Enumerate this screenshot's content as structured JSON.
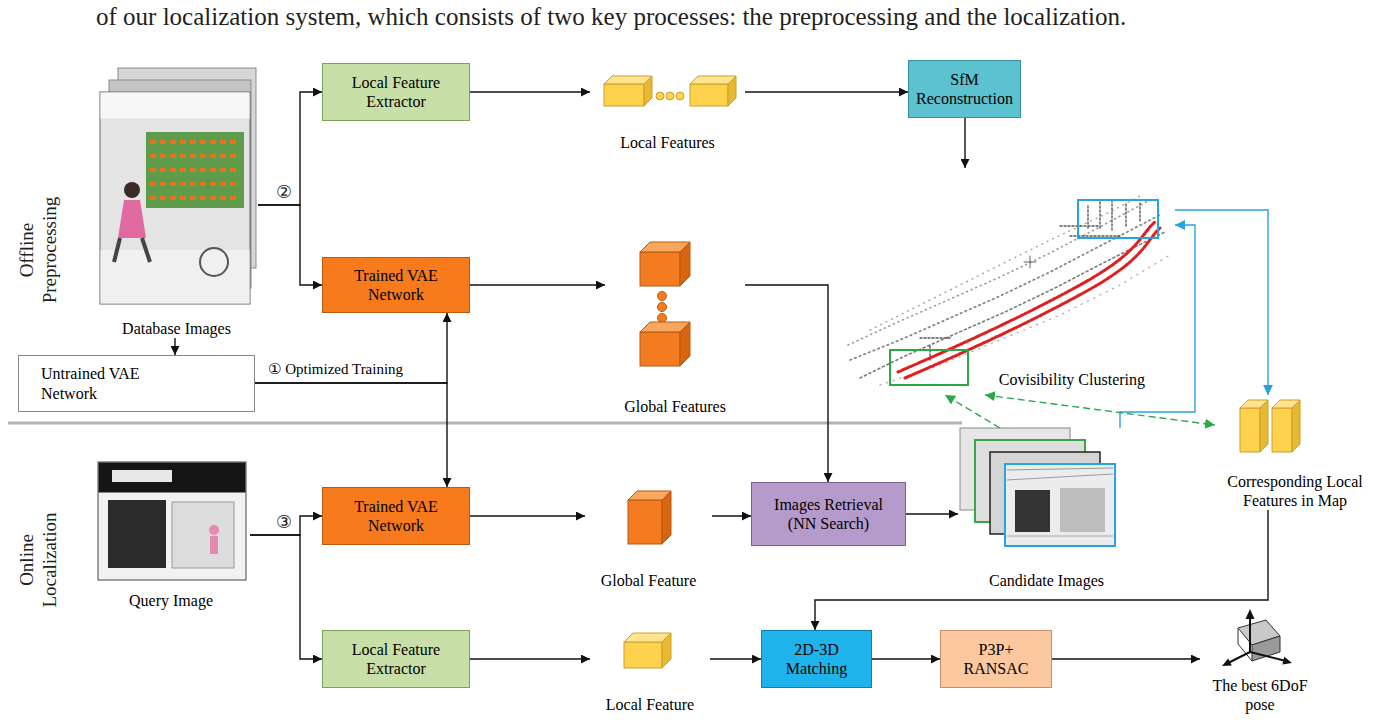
{
  "diagram": {
    "nodes": [
      {
        "text": [
          "Database Images"
        ]
      },
      {
        "text": [
          "Local Feature Extractor"
        ]
      },
      {
        "text": [
          "Local Features"
        ]
      },
      {
        "text": [
          "SfM Reconstruction"
        ]
      },
      {
        "text": [
          "Trained VAE Network"
        ]
      },
      {
        "text": [
          "Global Features"
        ]
      },
      {
        "text": [
          "Covisibility Clustering"
        ]
      },
      {
        "text": [
          "Untrained VAE Network"
        ]
      },
      {
        "text": [
          "Trained VAE Network"
        ]
      },
      {
        "text": [
          "Global Feature"
        ]
      },
      {
        "text": [
          "Images Retrieval (NN Search)"
        ]
      },
      {
        "text": [
          "Candidate Images"
        ]
      },
      {
        "text": [
          "Corresponding Local Features in Map"
        ]
      },
      {
        "text": [
          "Query Image"
        ]
      },
      {
        "text": [
          "Local Feature Extractor"
        ]
      },
      {
        "text": [
          "Local Feature"
        ]
      },
      {
        "text": [
          "2D-3D Matching"
        ]
      },
      {
        "text": [
          "P3P+ RANSAC"
        ]
      },
      {
        "text": [
          "The best 6DoF pose"
        ]
      }
    ],
    "edges": [
      {
        "from": 0,
        "to": 1,
        "arrow": "to"
      },
      {
        "from": 0,
        "to": 4,
        "arrow": "to"
      },
      {
        "from": 0,
        "to": 7,
        "arrow": "to"
      },
      {
        "from": 1,
        "to": 2,
        "arrow": "to"
      },
      {
        "from": 2,
        "to": 3,
        "arrow": "to"
      },
      {
        "from": 3,
        "to": 6,
        "arrow": "to"
      },
      {
        "from": 4,
        "to": 5,
        "arrow": "to"
      },
      {
        "from": 5,
        "to": 10,
        "arrow": "to"
      },
      {
        "from": 7,
        "to": 4,
        "label": "① Optimized Training",
        "arrow": "to"
      },
      {
        "from": 7,
        "to": 8,
        "arrow": "to"
      },
      {
        "from": 8,
        "to": 9,
        "arrow": "to"
      },
      {
        "from": 9,
        "to": 10,
        "arrow": "to"
      },
      {
        "from": 10,
        "to": 11,
        "arrow": "to"
      },
      {
        "from": 11,
        "to": 6,
        "arrow": "to"
      },
      {
        "from": 11,
        "to": 6,
        "arrow": "to"
      },
      {
        "from": 6,
        "to": 12,
        "arrow": "both"
      },
      {
        "from": 6,
        "to": 12,
        "arrow": "to"
      },
      {
        "from": 12,
        "to": 16,
        "arrow": "to"
      },
      {
        "from": 13,
        "to": 8,
        "arrow": "to"
      },
      {
        "from": 13,
        "to": 14,
        "arrow": "to"
      },
      {
        "from": 14,
        "to": 15,
        "arrow": "to"
      },
      {
        "from": 15,
        "to": 16,
        "arrow": "to"
      },
      {
        "from": 16,
        "to": 17,
        "arrow": "to"
      },
      {
        "from": 17,
        "to": 18,
        "arrow": "to"
      }
    ],
    "labels": [
      "of our localization system, which consists of two key processes: the preprocessing and the localization.",
      "Offline Preprocessing",
      "Online Localization",
      "②",
      "③"
    ]
  }
}
